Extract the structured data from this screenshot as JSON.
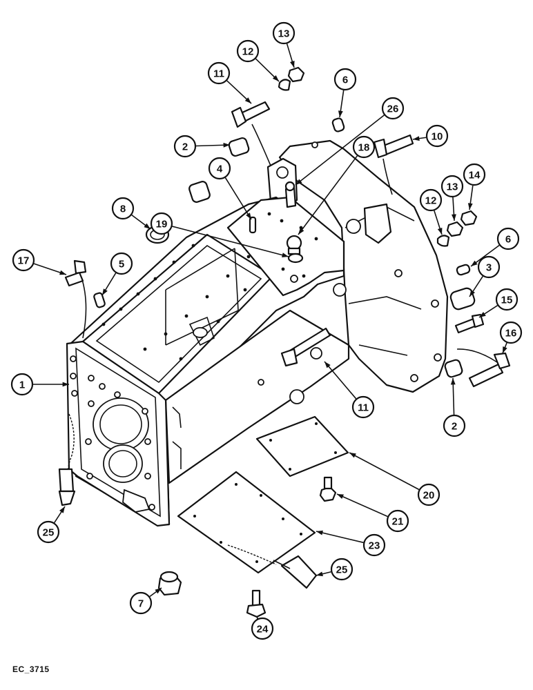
{
  "reference_code": "EC_3715",
  "callouts": [
    {
      "label": "1"
    },
    {
      "label": "2"
    },
    {
      "label": "2"
    },
    {
      "label": "3"
    },
    {
      "label": "4"
    },
    {
      "label": "5"
    },
    {
      "label": "6"
    },
    {
      "label": "6"
    },
    {
      "label": "7"
    },
    {
      "label": "8"
    },
    {
      "label": "10"
    },
    {
      "label": "11"
    },
    {
      "label": "11"
    },
    {
      "label": "12"
    },
    {
      "label": "12"
    },
    {
      "label": "13"
    },
    {
      "label": "13"
    },
    {
      "label": "14"
    },
    {
      "label": "15"
    },
    {
      "label": "16"
    },
    {
      "label": "17"
    },
    {
      "label": "18"
    },
    {
      "label": "19"
    },
    {
      "label": "20"
    },
    {
      "label": "21"
    },
    {
      "label": "23"
    },
    {
      "label": "24"
    },
    {
      "label": "25"
    },
    {
      "label": "25"
    },
    {
      "label": "26"
    }
  ]
}
